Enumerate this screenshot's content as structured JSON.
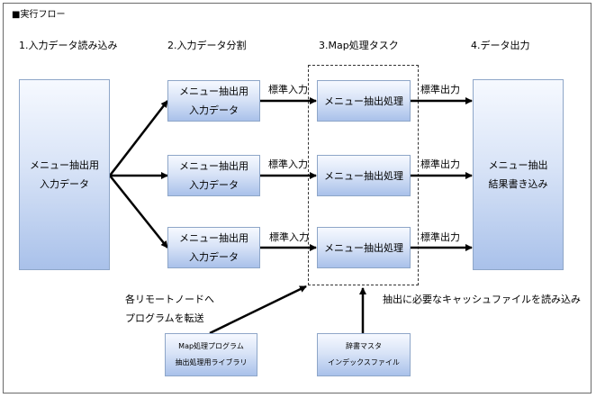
{
  "title": "■実行フロー",
  "steps": {
    "s1": "1.入力データ読み込み",
    "s2": "2.入力データ分割",
    "s3": "3.Map処理タスク",
    "s4": "4.データ出力"
  },
  "input_box": {
    "line1": "メニュー抽出用",
    "line2": "入力データ"
  },
  "split_boxes": [
    {
      "line1": "メニュー抽出用",
      "line2": "入力データ"
    },
    {
      "line1": "メニュー抽出用",
      "line2": "入力データ"
    },
    {
      "line1": "メニュー抽出用",
      "line2": "入力データ"
    }
  ],
  "process_boxes": [
    {
      "label": "メニュー抽出処理"
    },
    {
      "label": "メニュー抽出処理"
    },
    {
      "label": "メニュー抽出処理"
    }
  ],
  "edge_labels": {
    "std_in": "標準入力",
    "std_out": "標準出力"
  },
  "output_box": {
    "line1": "メニュー抽出",
    "line2": "結果書き込み"
  },
  "program_box": {
    "line1": "Map処理プログラム",
    "line2": "抽出処理用ライブラリ"
  },
  "dict_box": {
    "line1": "辞書マスタ",
    "line2": "インデックスファイル"
  },
  "note_transfer": {
    "line1": "各リモートノードへ",
    "line2": "プログラムを転送"
  },
  "note_cache": "抽出に必要なキャッシュファイルを読み込み"
}
